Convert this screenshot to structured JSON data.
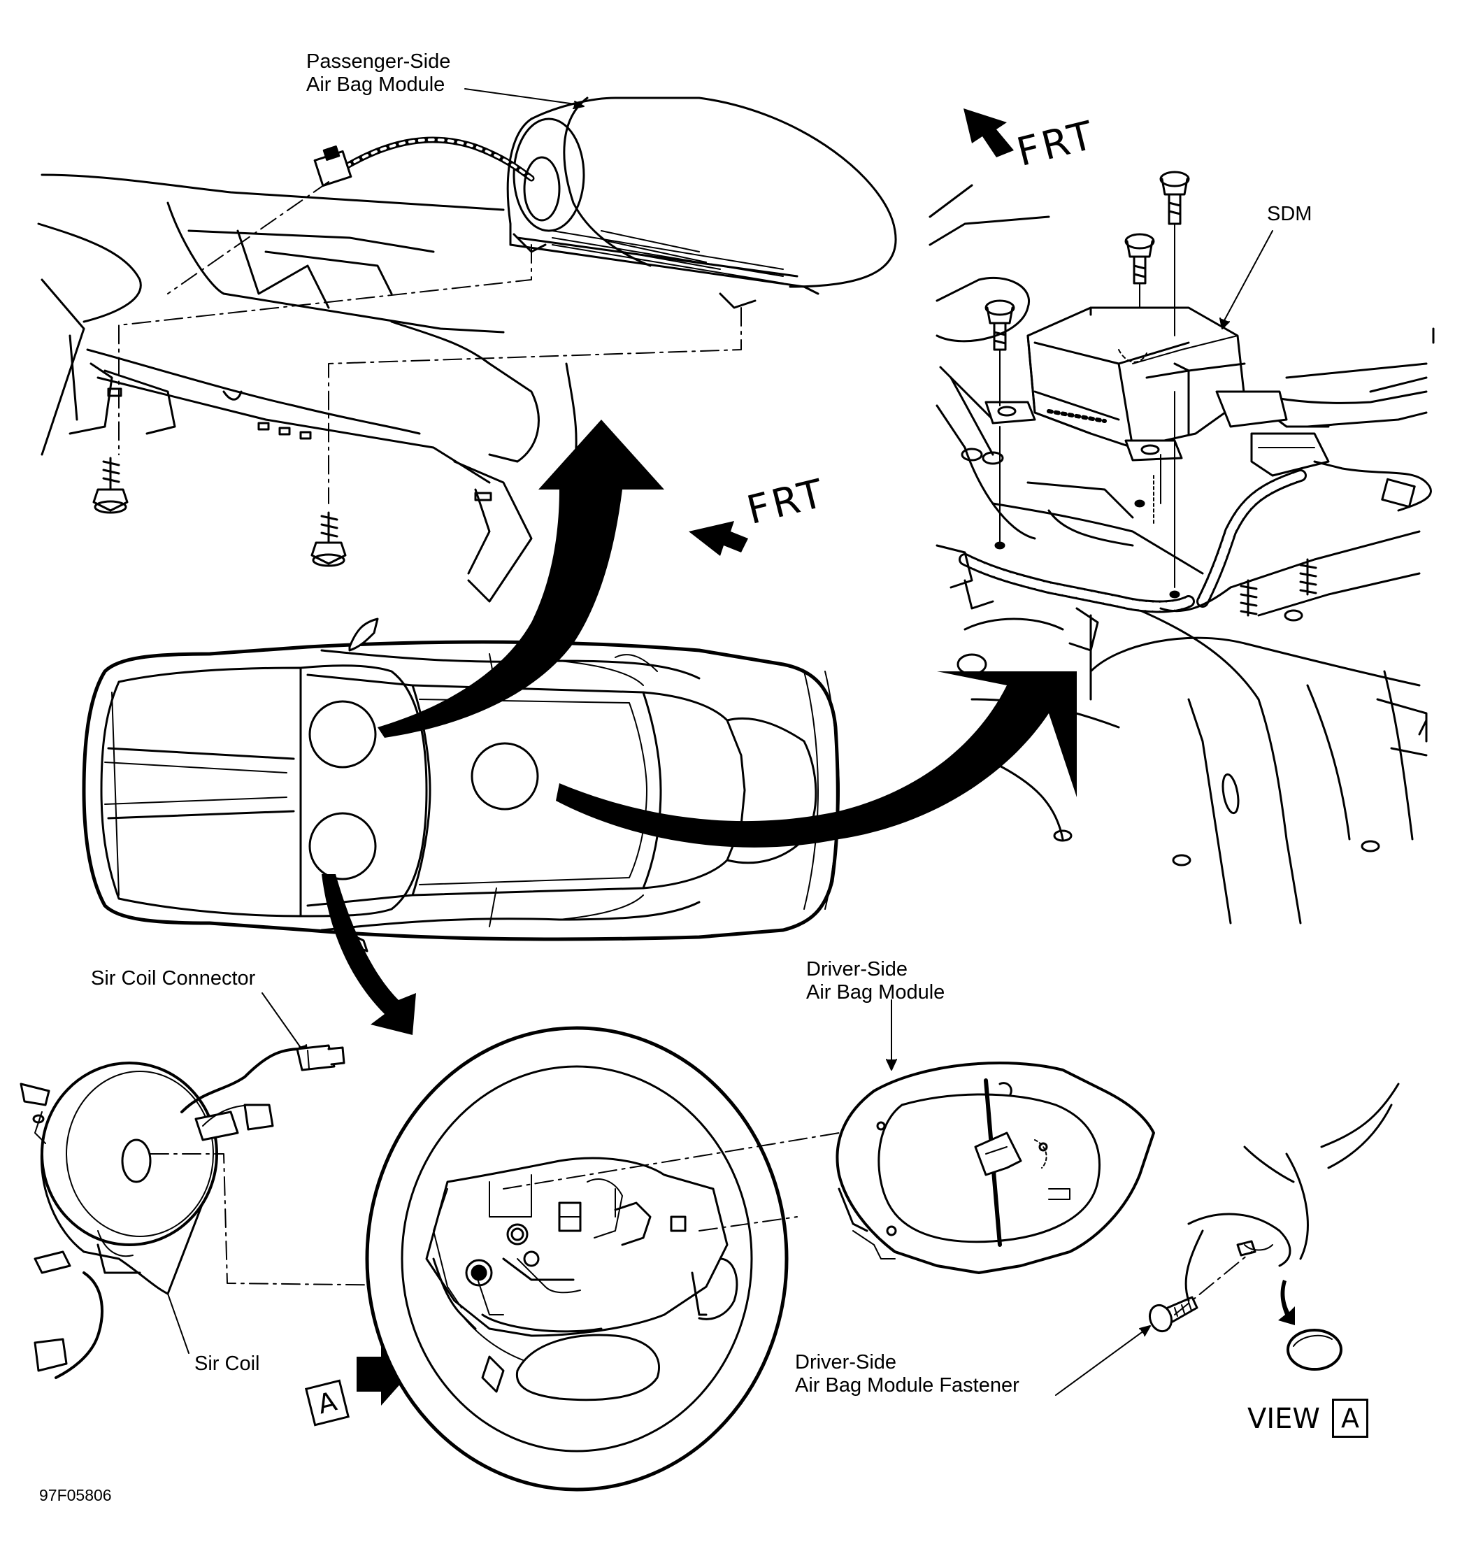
{
  "labels": {
    "passenger_module_line1": "Passenger-Side",
    "passenger_module_line2": "Air Bag Module",
    "sdm": "SDM",
    "frt_upper_right": "FRT",
    "frt_center": "FRT",
    "sir_coil_connector": "Sir Coil Connector",
    "driver_module_line1": "Driver-Side",
    "driver_module_line2": "Air Bag Module",
    "sir_coil": "Sir Coil",
    "fastener_line1": "Driver-Side",
    "fastener_line2": "Air Bag Module Fastener",
    "view": "VIEW",
    "view_letter": "A",
    "callout_letter": "A",
    "figure_code": "97F05806"
  },
  "icons": [
    "arrow-icon",
    "bolt-icon",
    "connector-icon"
  ]
}
